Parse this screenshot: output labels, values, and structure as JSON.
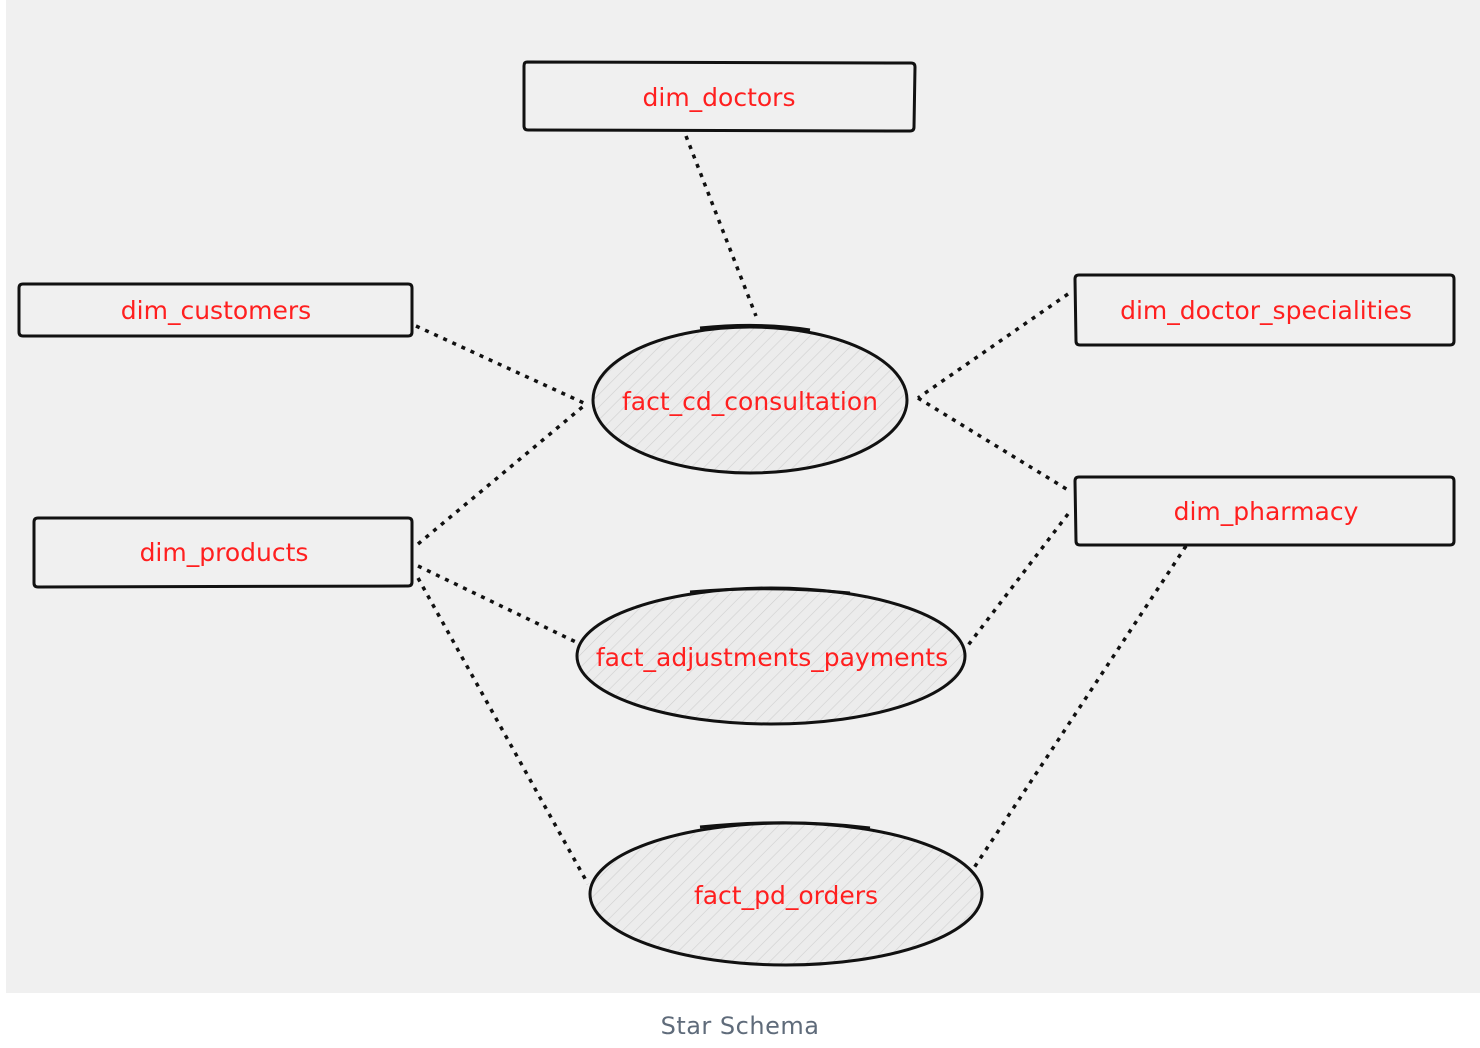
{
  "diagram": {
    "title": "Star Schema",
    "dimensions": {
      "dim_doctors": "dim_doctors",
      "dim_customers": "dim_customers",
      "dim_products": "dim_products",
      "dim_doctor_specialities": "dim_doctor_specialities",
      "dim_pharmacy": "dim_pharmacy"
    },
    "facts": {
      "fact_cd_consultation": "fact_cd_consultation",
      "fact_adjustments_payments": "fact_adjustments_payments",
      "fact_pd_orders": "fact_pd_orders"
    },
    "relationships": [
      [
        "dim_doctors",
        "fact_cd_consultation"
      ],
      [
        "dim_customers",
        "fact_cd_consultation"
      ],
      [
        "dim_products",
        "fact_cd_consultation"
      ],
      [
        "dim_doctor_specialities",
        "fact_cd_consultation"
      ],
      [
        "dim_pharmacy",
        "fact_cd_consultation"
      ],
      [
        "dim_products",
        "fact_adjustments_payments"
      ],
      [
        "dim_pharmacy",
        "fact_adjustments_payments"
      ],
      [
        "dim_products",
        "fact_pd_orders"
      ],
      [
        "dim_pharmacy",
        "fact_pd_orders"
      ]
    ],
    "colors": {
      "label": "#ff1f1f",
      "stroke": "#111111",
      "background": "#f0f0f0",
      "caption": "#5f6b7a"
    }
  }
}
